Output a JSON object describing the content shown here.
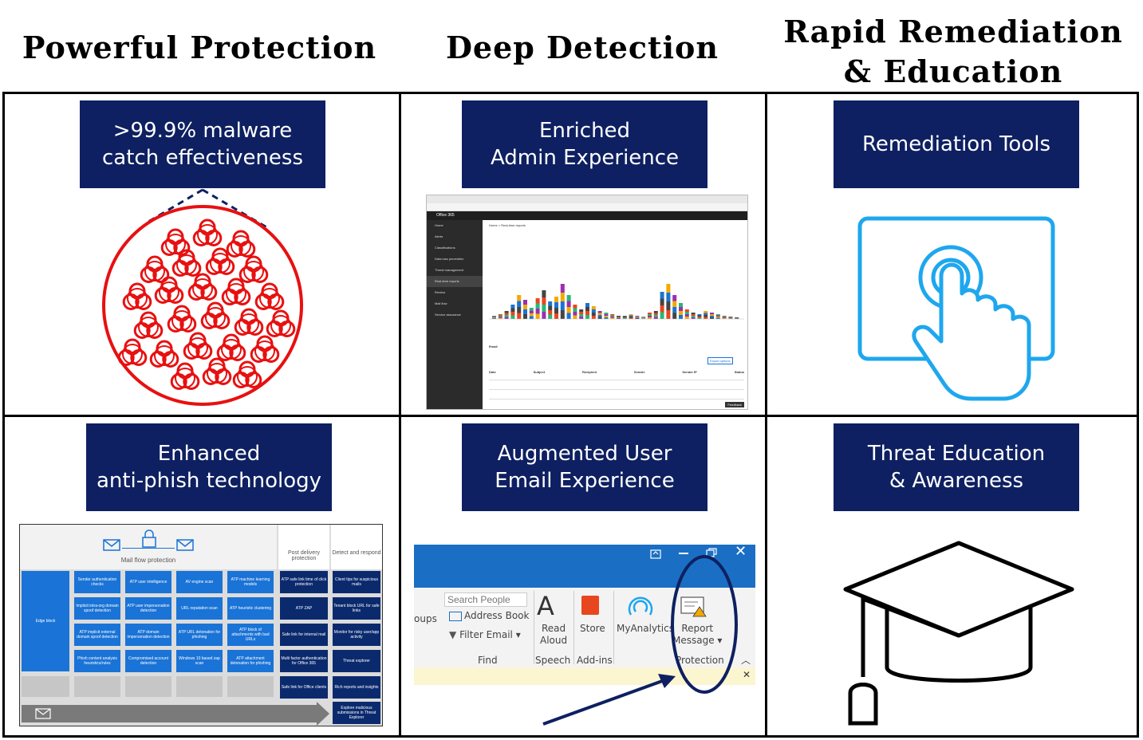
{
  "headings": {
    "col1": "Powerful Protection",
    "col2": "Deep Detection",
    "col3_line1": "Rapid Remediation",
    "col3_line2": "& Education"
  },
  "cells": {
    "malware": {
      "line1": ">99.9% malware",
      "line2": "catch effectiveness"
    },
    "admin": {
      "line1": "Enriched",
      "line2": "Admin Experience"
    },
    "remediation": {
      "line1": "Remediation Tools"
    },
    "antiphish": {
      "line1": "Enhanced",
      "line2": "anti-phish technology"
    },
    "user_email": {
      "line1": "Augmented User",
      "line2": "Email Experience"
    },
    "education": {
      "line1": "Threat Education",
      "line2": "& Awareness"
    }
  },
  "admin_screenshot": {
    "app_title": "Office 365",
    "breadcrumb": "Home > Real-time reports",
    "nav": [
      "Home",
      "Alerts",
      "Classifications",
      "Data loss prevention",
      "Threat management",
      "Real-time reports",
      "Review",
      "Mail flow",
      "Service assurance"
    ],
    "email_label": "Email",
    "table_headers": [
      "Date",
      "Subject",
      "Recipient",
      "Sender",
      "Sender IP",
      "Status"
    ],
    "export_label": "Export options",
    "feedback_label": "Feedback"
  },
  "phish_diagram": {
    "mail_flow_label": "Mail flow protection",
    "post_delivery_label": "Post delivery protection",
    "detect_label": "Detect and respond",
    "edge_block": "Edge block",
    "grid": [
      [
        "Sender authentication checks",
        "ATP user intelligence",
        "AV engine scan",
        "ATP machine learning models"
      ],
      [
        "Implicit intra-org domain spoof detection",
        "ATP user impersonation detection",
        "URL reputation scan",
        "ATP heuristic clustering"
      ],
      [
        "ATP implicit external domain spoof detection",
        "ATP domain impersonation detection",
        "ATP URL detonation for phishing",
        "ATP block of attachments with bad URLs"
      ],
      [
        "Phish content analysis heuristics/rules",
        "Compromised account detection",
        "Windows 10 based zap scan",
        "ATP attachment detonation for phishing"
      ]
    ],
    "post_delivery": [
      "ATP safe link time of click protection",
      "ATP ZAP",
      "Safe link for internal mail",
      "Multi factor authentication for Office 365",
      "Safe link for Office clients"
    ],
    "detect": [
      "Client tips for suspicious mails",
      "Tenant block URL for safe links",
      "Monitor for risky user/app activity",
      "Threat explorer",
      "Rich reports and insights",
      "Explore malicious submissions in Threat Explorer"
    ]
  },
  "outlook_ribbon": {
    "search_people": "Search People",
    "address_book": "Address Book",
    "filter_email": "Filter Email",
    "find_group": "Find",
    "read_aloud_1": "Read",
    "read_aloud_2": "Aloud",
    "speech_group": "Speech",
    "store": "Store",
    "addins_group": "Add-ins",
    "myanalytics": "MyAnalytics",
    "report_1": "Report",
    "report_2": "Message",
    "protection_group": "Protection",
    "partial_left": "oups"
  },
  "colors": {
    "title_bg": "#0e2061",
    "biohazard": "#e81010",
    "touch_blue": "#1ea7ee",
    "outlook_blue": "#1a6fc4",
    "highlight_ring": "#0e2061"
  },
  "icons": [
    "biohazard-icon",
    "touch-icon",
    "graduation-cap-icon",
    "mail-icon",
    "lock-icon",
    "report-message-icon",
    "store-icon",
    "read-aloud-icon",
    "myanalytics-icon"
  ]
}
